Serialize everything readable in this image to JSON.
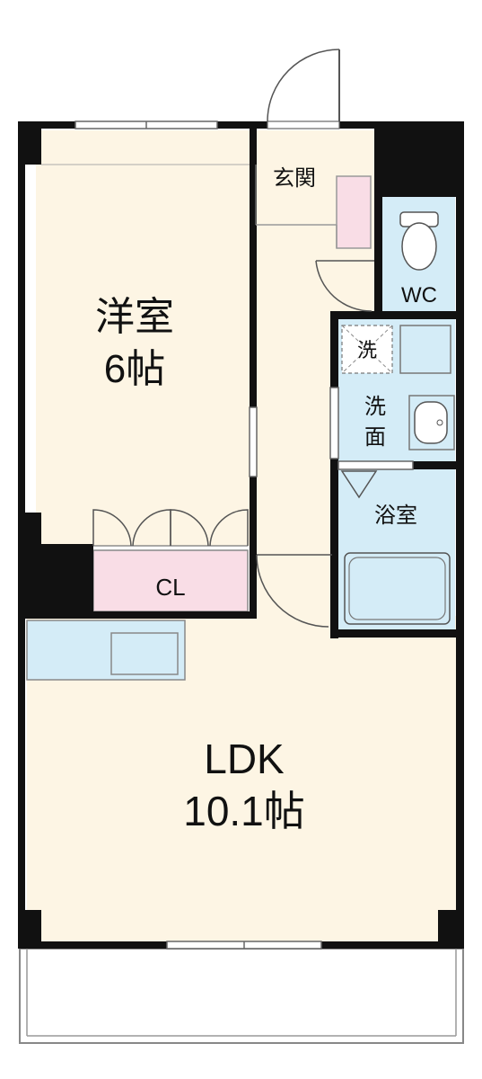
{
  "rooms": {
    "western_room": {
      "name": "洋室",
      "size": "6帖"
    },
    "entrance": {
      "name": "玄関"
    },
    "wc": {
      "name": "WC"
    },
    "washing_machine": {
      "name": "洗"
    },
    "washroom": {
      "line1": "洗",
      "line2": "面"
    },
    "bathroom": {
      "name": "浴室"
    },
    "closet": {
      "name": "CL"
    },
    "ldk": {
      "name": "LDK",
      "size": "10.1帖"
    }
  },
  "colors": {
    "floor": "#fdf5e4",
    "wall": "#111111",
    "wet_area": "#d4ecf7",
    "closet": "#f9dde6",
    "fixture_stroke": "#666666",
    "background": "#ffffff"
  }
}
